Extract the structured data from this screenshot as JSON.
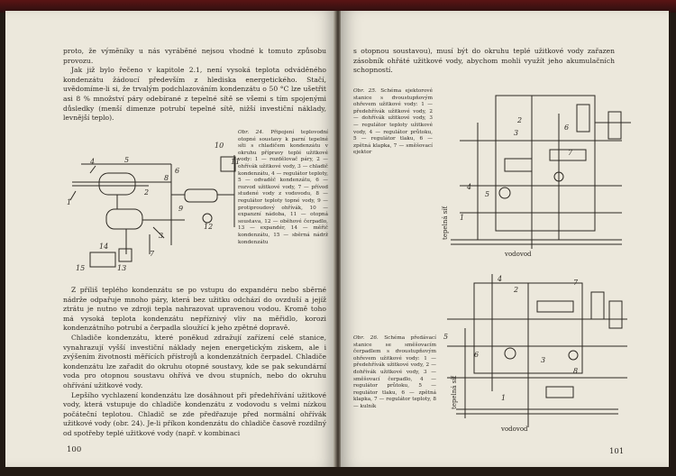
{
  "left_page": {
    "intro": "proto, že výměníky u nás vyráběné nejsou vhodné k tomuto způsobu provozu.",
    "para1": "Jak již bylo řečeno v kapitole 2.1, není vysoká teplota odváděného kondenzátu žádoucí především z hlediska energetického. Stačí, uvědomíme-li si, že trvalým podchlazováním kondenzátu o 50 °C lze ušetřit asi 8 % množství páry odebírané z tepelné sítě se všemi s tím spojenými důsledky (menší dimenze potrubí tepelné sítě, nižší investiční náklady, levnější teplo).",
    "fig24_caption_title": "Obr. 24.",
    "fig24_caption": "Připojení teplovodní otopné soustavy k parní tepelné síti s chladičem kondenzátu v okruhu přípravy teplé užitkové vody: 1 — rozdělovač páry, 2 — ohřívák užitkové vody, 3 — chladič kondenzátu, 4 — regulátor teploty, 5 — odvaděč kondenzátu, 6 — rozvod užitkové vody, 7 — přívod studené vody z vodovodu, 8 — regulátor teploty topné vody, 9 — protiproudový ohřívák, 10 — expanzní nádoba, 11 — otopná soustava, 12 — oběhové čerpadlo, 13 — expandér, 14 — měřič kondenzátu, 15 — sběrná nádrž kondenzátu",
    "para2": "Z příliš teplého kondenzátu se po vstupu do expandéru nebo sběrné nádrže odpařuje mnoho páry, která bez užitku odchází do ovzduší a jejíž ztrátu je nutno ve zdroji tepla nahrazovat upravenou vodou. Kromě toho má vysoká teplota kondenzátu nepříznivý vliv na měřidlo, korozi kondenzátního potrubí a čerpadla sloužící k jeho zpětné dopravě.",
    "para3": "Chladiče kondenzátu, které poněkud zdražují zařízení celé stanice, vynahrazují vyšší investiční náklady nejen energetickým ziskem, ale i zvýšením životnosti měřících přístrojů a kondenzátních čerpadel. Chladiče kondenzátu lze zařadit do okruhu otopné soustavy, kde se pak sekundární voda pro otopnou soustavu ohřívá ve dvou stupních, nebo do okruhu ohřívání užitkové vody.",
    "para4": "Lepšího vychlazení kondenzátu lze dosáhnout při předehřívání užitkové vody, která vstupuje do chladiče kondenzátu z vodovodu s velmi nízkou počáteční teplotou. Chladič se zde předřazuje před normální ohřívák užitkové vody (obr. 24). Je-li příkon kondenzátu do chladiče časově rozdílný od spotřeby teplé užitkové vody (např. v kombinaci",
    "page_number": "100",
    "fig24_labels": [
      "1",
      "2",
      "3",
      "4",
      "5",
      "6",
      "7",
      "8",
      "9",
      "10",
      "11",
      "12",
      "13",
      "14",
      "15"
    ]
  },
  "right_page": {
    "top_text": "s otopnou soustavou), musí být do okruhu teplé užitkové vody zařazen zásobník ohřáté užitkové vody, abychom mohli využít jeho akumulačních schopností.",
    "fig25_caption_title": "Obr. 25.",
    "fig25_caption": "Schéma ejektorové stanice s dvoustupňovým ohřevem užitkové vody: 1 — předehřívák užitkové vody, 2 — dohřívák užitkové vody, 3 — regulátor teploty užitkové vody, 4 — regulátor průtoku, 5 — regulátor tlaku, 6 — zpětná klapka, 7 — směšovací ejektor",
    "fig26_caption_title": "Obr. 26.",
    "fig26_caption": "Schéma předávací stanice se směšovacím čerpadlem s dvoustupňovým ohřevem užitkové vody: 1 — předehřívák užitkové vody, 2 — dohřívák užitkové vody, 3 — směšovací čerpadlo, 4 — regulátor průtoku, 5 — regulátor tlaku, 6 — zpětná klapka, 7 — regulátor teploty, 8 — kulník",
    "fig25_side_label": "tepelná síť",
    "fig25_bottom_label": "vodovod",
    "fig26_side_label": "tepelná síť",
    "fig26_bottom_label": "vodovod",
    "page_number": "101",
    "fig25_labels": [
      "1",
      "2",
      "3",
      "4",
      "5",
      "6",
      "7"
    ],
    "fig26_labels": [
      "1",
      "2",
      "3",
      "4",
      "5",
      "6",
      "7",
      "8"
    ]
  }
}
